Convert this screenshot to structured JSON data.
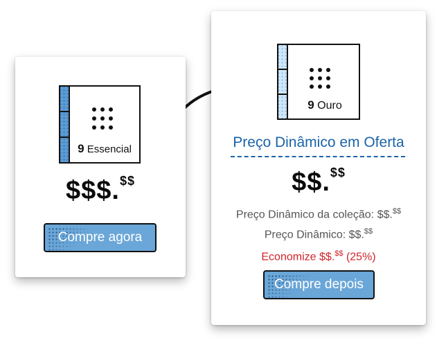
{
  "left_card": {
    "product": {
      "count": "9",
      "name": "Essencial"
    },
    "price": {
      "main": "$$$.",
      "cents": "$$"
    },
    "buy_button_label": "Compre agora"
  },
  "right_card": {
    "product": {
      "count": "9",
      "name": "Ouro"
    },
    "offer_title": "Preço Dinâmico em Oferta",
    "price": {
      "main": "$$.",
      "cents": "$$"
    },
    "collection_line": {
      "label": "Preço Dinâmico da coleção:",
      "main": "$$.",
      "cents": "$$"
    },
    "dynamic_line": {
      "label": "Preço Dinâmico:",
      "main": "$$.",
      "cents": "$$"
    },
    "save_line": {
      "label": "Economize",
      "main": "$$.",
      "cents": "$$",
      "percent": "(25%)"
    },
    "later_button_label": "Compre depois"
  },
  "colors": {
    "accent_blue": "#1b63a8",
    "button_fill": "#6aa6d8",
    "save_red": "#d0232a",
    "spine_blue": "#5b9bd5",
    "spine_light_blue": "#cfe6f7"
  },
  "icons": {
    "arrow": "curved-arrow-icon",
    "box": "product-box-icon"
  }
}
